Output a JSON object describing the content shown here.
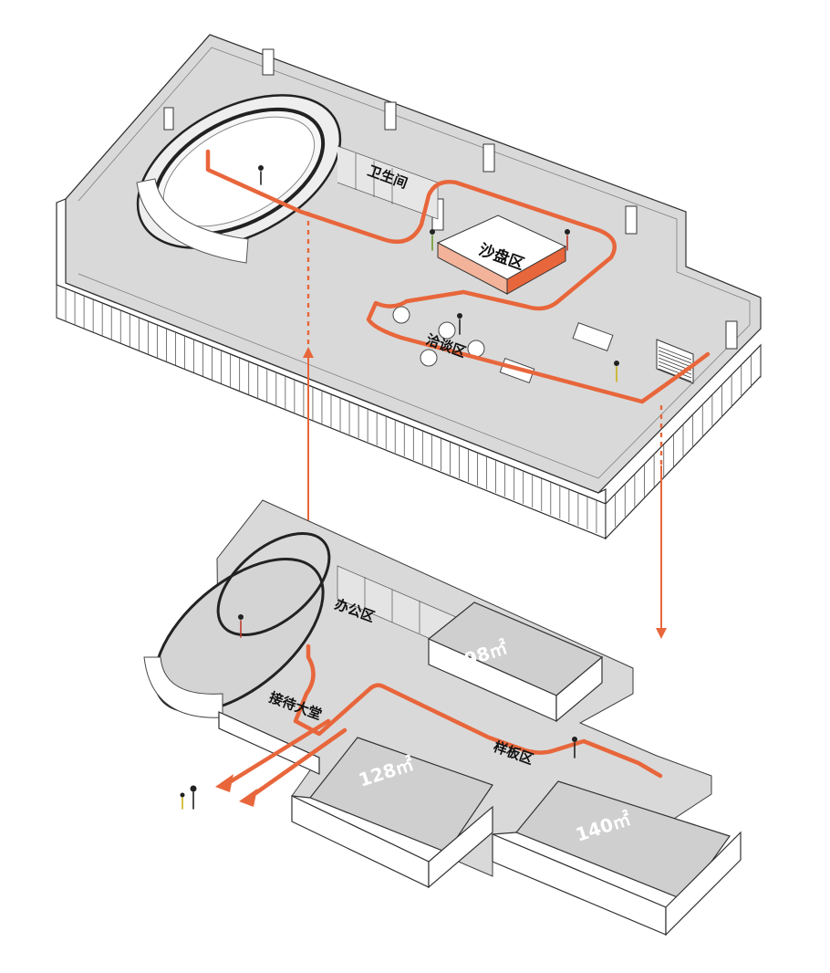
{
  "labels": {
    "restroom": "卫生间",
    "sand_table": "沙盘区",
    "negotiation": "洽谈区",
    "office": "办公区",
    "reception": "接待大堂",
    "sample_room": "样板区",
    "area_98": "98㎡",
    "area_128": "128㎡",
    "area_140": "140㎡"
  },
  "colors": {
    "route": "#e8663b",
    "floor": "#d9d9d9",
    "wall": "#ffffff",
    "outline": "#2a2a2a"
  }
}
